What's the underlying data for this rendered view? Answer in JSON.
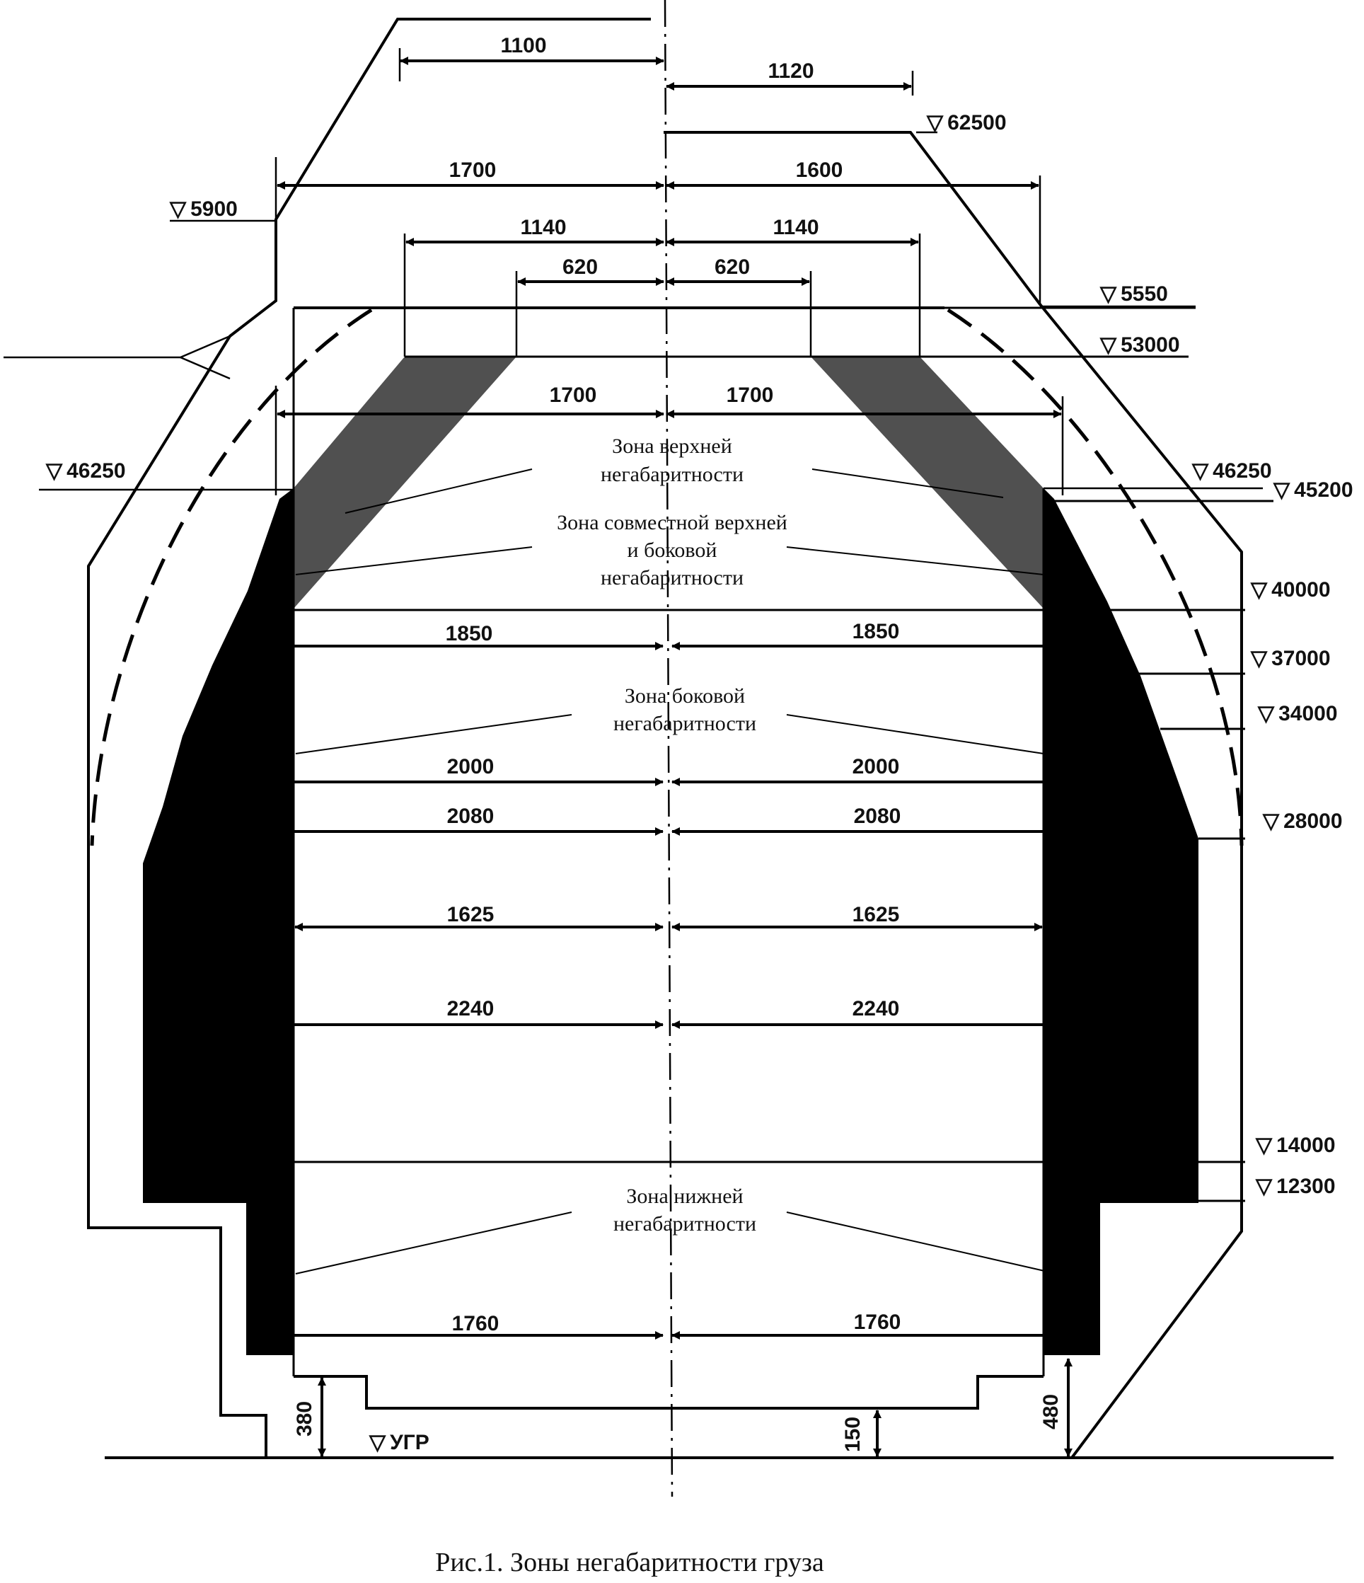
{
  "figure": {
    "caption": "Рис.1. Зоны негабаритности груза",
    "colors": {
      "lines": "#000000",
      "dark_zone": "#000000",
      "gray_zone": "#505050",
      "background": "#ffffff"
    },
    "zones": {
      "upper": [
        "Зона верхней",
        "негабаритности"
      ],
      "joint": [
        "Зона совместной верхней",
        "и боковой",
        "негабаритности"
      ],
      "side": [
        "Зона боковой",
        "негабаритности"
      ],
      "lower": [
        "Зона нижней",
        "негабаритности"
      ]
    },
    "dimensions_left": [
      "1100",
      "1700",
      "1140",
      "620",
      "1700",
      "1850",
      "2000",
      "2080",
      "1625",
      "2240",
      "1760"
    ],
    "dimensions_right": [
      "1120",
      "1600",
      "1140",
      "620",
      "1700",
      "1850",
      "2000",
      "2080",
      "1625",
      "2240",
      "1760"
    ],
    "levels": {
      "l62500": "62500",
      "l5900": "5900",
      "l5550": "5550",
      "l53000": "53000",
      "l46250_left": "46250",
      "l46250_right": "46250",
      "l45200": "45200",
      "l40000": "40000",
      "l37000": "37000",
      "l34000": "34000",
      "l28000": "28000",
      "l14000": "14000",
      "l12300": "12300",
      "ugr": "УГР"
    },
    "vertical_dims": {
      "left": "380",
      "center": "150",
      "right": "480"
    },
    "level_marker": "▽"
  }
}
